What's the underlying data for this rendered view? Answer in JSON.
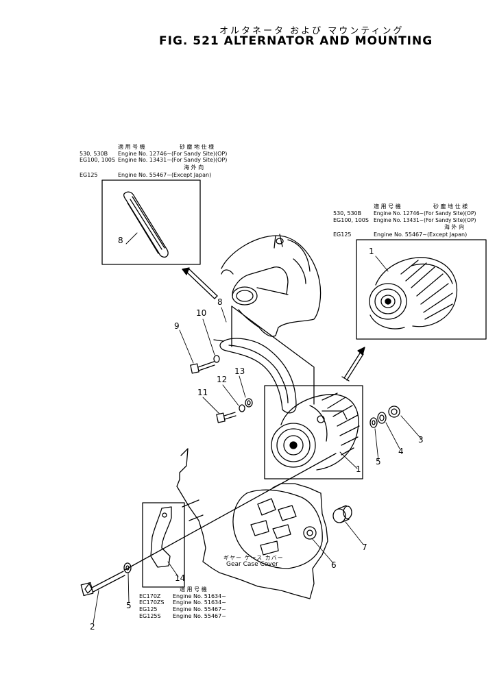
{
  "title": {
    "jp": "オルタネータ および マウンティング",
    "en": "FIG. 521 ALTERNATOR AND MOUNTING"
  },
  "note_top_left": {
    "header_right": "砂 塵 地 仕 様",
    "header_left": "適 用 号 機",
    "rows": [
      {
        "model": "530, 530B",
        "engine": "Engine No. 12746~(For Sandy Site)(OP)"
      },
      {
        "model": "EG100, 100S",
        "engine": "Engine No. 13431~(For Sandy Site)(OP)"
      }
    ],
    "sub_header": "海 外 向",
    "export_row": {
      "model": "EG125",
      "engine": "Engine No. 55467~(Except Japan)"
    }
  },
  "note_top_right": {
    "header_left": "適 用 号 機",
    "header_right": "砂 塵 地 仕 様",
    "rows": [
      {
        "model": "530, 530B",
        "engine": "Engine No. 12746~(For Sandy Site)(OP)"
      },
      {
        "model": "EG100, 100S",
        "engine": "Engine No. 13431~(For Sandy Site)(OP)"
      }
    ],
    "sub_header": "海 外 向",
    "export_row": {
      "model": "EG125",
      "engine": "Engine No. 55467~(Except Japan)"
    }
  },
  "note_bottom": {
    "header": "適 用 号 機",
    "rows": [
      {
        "model": "EC170Z",
        "engine": "Engine No. 51634~"
      },
      {
        "model": "EC170ZS",
        "engine": "Engine No. 51634~"
      },
      {
        "model": "EG125",
        "engine": "Engine No. 55467~"
      },
      {
        "model": "EG125S",
        "engine": "Engine No. 55467~"
      }
    ]
  },
  "gear_case_label": {
    "jp": "ギヤー ケース カバー",
    "en": "Gear Case Cover"
  },
  "callouts": [
    "8",
    "1",
    "8",
    "10",
    "9",
    "13",
    "12",
    "11",
    "3",
    "4",
    "5",
    "1",
    "7",
    "6",
    "14",
    "5",
    "2"
  ]
}
